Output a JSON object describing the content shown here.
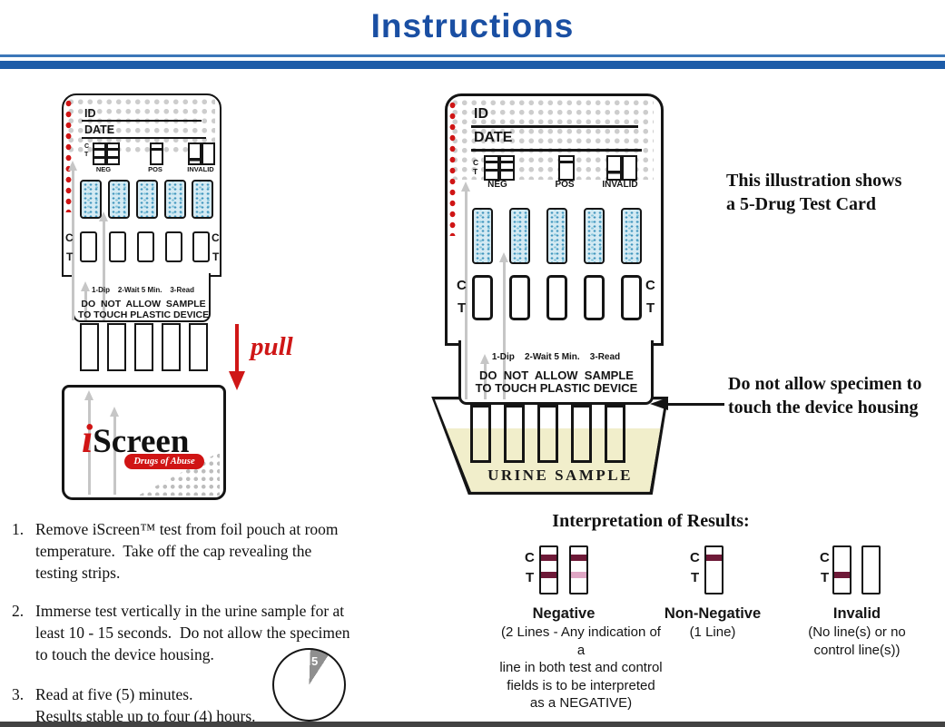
{
  "title": "Instructions",
  "ct": {
    "c": "C",
    "t": "T"
  },
  "card": {
    "id_label": "ID",
    "date_label": "DATE",
    "neg_label": "NEG",
    "pos_label": "POS",
    "invalid_label": "INVALID",
    "steps": "1-Dip    2-Wait 5 Min.    3-Read",
    "warning_line1": "DO  NOT  ALLOW  SAMPLE",
    "warning_line2": "TO TOUCH PLASTIC DEVICE"
  },
  "pull_label": "pull",
  "brand": {
    "i_letter": "i",
    "name_rest": "Screen",
    "badge": "Drugs of Abuse"
  },
  "notes": {
    "illustration_line1": "This illustration shows",
    "illustration_line2": "a 5-Drug Test Card",
    "specimen_line1": "Do not allow specimen to",
    "specimen_line2": "touch the device housing"
  },
  "cup_label": "URINE SAMPLE",
  "instructions": {
    "item1": {
      "num": "1.",
      "lines": [
        "Remove iScreen™ test from foil pouch at room",
        "temperature.  Take off the cap revealing the",
        "testing strips."
      ]
    },
    "item2": {
      "num": "2.",
      "lines": [
        "Immerse test vertically in the urine sample for at",
        "least 10 - 15 seconds.  Do not allow the specimen",
        "to touch the device housing."
      ]
    },
    "item3": {
      "num": "3.",
      "lines": [
        "Read at five (5) minutes.",
        "Results stable up to four (4) hours."
      ]
    }
  },
  "clock_label": "5",
  "interpretation": {
    "heading": "Interpretation of Results:",
    "negative": {
      "name": "Negative",
      "desc": "(2 Lines - Any indication of a\nline in both test and control\nfields is to be interpreted\nas a NEGATIVE)"
    },
    "non_negative": {
      "name": "Non-Negative",
      "desc": "(1 Line)"
    },
    "invalid": {
      "name": "Invalid",
      "desc": "(No line(s) or no\ncontrol line(s))"
    }
  },
  "colors": {
    "accent_blue": "#1d5ca8",
    "brand_red": "#d01414",
    "band_maroon": "#6e1a38",
    "band_pink": "#dfa6c4",
    "urine_yellow": "#f1eecb"
  }
}
